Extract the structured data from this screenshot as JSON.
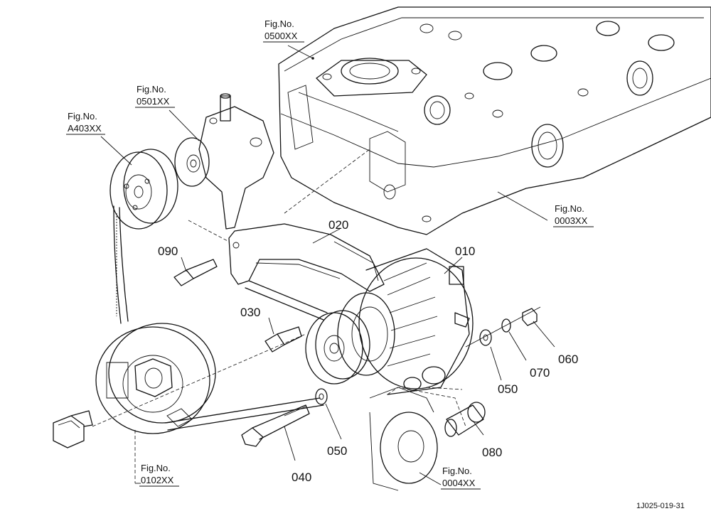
{
  "parts": [
    {
      "id": "p010",
      "number": "010"
    },
    {
      "id": "p020",
      "number": "020"
    },
    {
      "id": "p030",
      "number": "030"
    },
    {
      "id": "p040",
      "number": "040"
    },
    {
      "id": "p050a",
      "number": "050"
    },
    {
      "id": "p050b",
      "number": "050"
    },
    {
      "id": "p060",
      "number": "060"
    },
    {
      "id": "p070",
      "number": "070"
    },
    {
      "id": "p080",
      "number": "080"
    },
    {
      "id": "p090",
      "number": "090"
    }
  ],
  "figure_refs": [
    {
      "id": "f0500",
      "label": "Fig.No.",
      "code": "0500XX"
    },
    {
      "id": "f0501",
      "label": "Fig.No.",
      "code": "0501XX"
    },
    {
      "id": "fA403",
      "label": "Fig.No.",
      "code": "A403XX"
    },
    {
      "id": "f0003",
      "label": "Fig.No.",
      "code": "0003XX"
    },
    {
      "id": "f0102",
      "label": "Fig.No.",
      "code": "0102XX"
    },
    {
      "id": "f0004",
      "label": "Fig.No.",
      "code": "0004XX"
    }
  ],
  "drawing_id": "1J025-019-31"
}
